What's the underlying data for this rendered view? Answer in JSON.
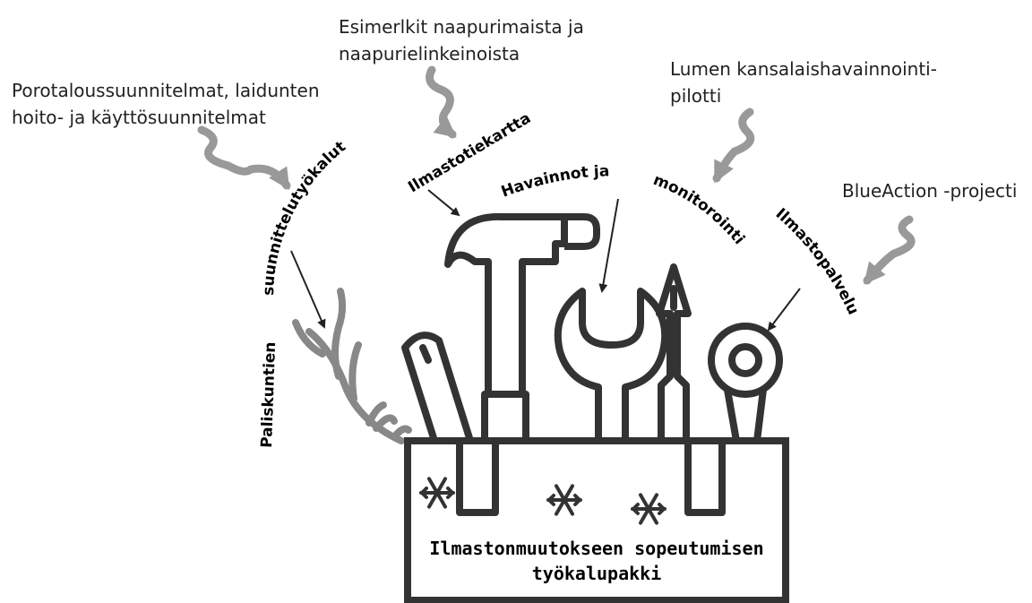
{
  "notes": {
    "porotalous": [
      "Porotaloussuunnitelmat, laidunten",
      "hoito- ja käyttösuunnitelmat"
    ],
    "esimerkit": [
      "Esimerlkit naapurimaista ja",
      "naapurielinkeinoista"
    ],
    "lumen": [
      "Lumen kansalaishavainnointi-",
      "pilotti"
    ],
    "blueaction": "BlueAction -projecti"
  },
  "tool_labels": {
    "paliskuntien": "Paliskuntien",
    "suunnittelu": "suunnittelutyökalut",
    "ilmastotiekartta": "Ilmastotiekartta",
    "havainnot": "Havainnot ja",
    "monitorointi": "monitorointi",
    "ilmastopalvelu": "Ilmastopalvelu"
  },
  "toolbox": {
    "title_line1": "Ilmastonmuutokseen sopeutumisen",
    "title_line2": "työkalupakki"
  },
  "icons": [
    "antler-icon",
    "hammer-icon",
    "wrench-icon",
    "screwdriver-icon",
    "ring-spanner-icon",
    "file-tool-icon",
    "snowflake-icon",
    "squiggle-arrow-icon"
  ],
  "colors": {
    "tool_stroke": "#333333",
    "arrow_gray": "#999999",
    "antler": "#888888"
  }
}
